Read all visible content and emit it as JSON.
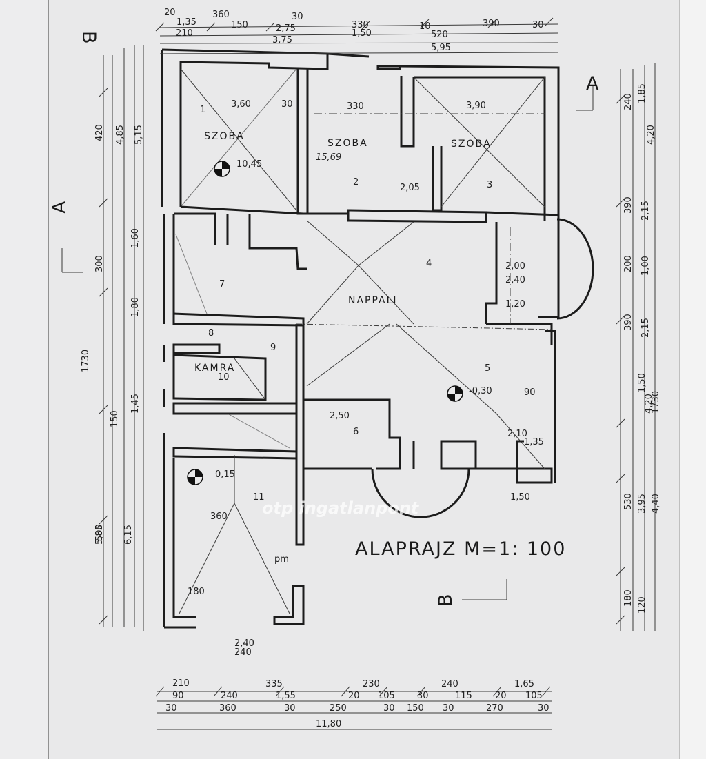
{
  "drawing": {
    "title": "ALAPRAJZ M=1: 100",
    "section_marks": [
      "A",
      "A",
      "B",
      "B"
    ],
    "watermark": "otp ingatlanpont"
  },
  "rooms": [
    {
      "number": "1",
      "name": "SZOBA",
      "note": "10,45"
    },
    {
      "number": "2",
      "name": "SZOBA",
      "note": "15,69"
    },
    {
      "number": "3",
      "name": "SZOBA",
      "note": ""
    },
    {
      "number": "4",
      "name": "NAPPALI",
      "note": ""
    },
    {
      "number": "5",
      "name": "",
      "note": "-0,30"
    },
    {
      "number": "6",
      "name": "",
      "note": ""
    },
    {
      "number": "7",
      "name": "",
      "note": ""
    },
    {
      "number": "8",
      "name": "",
      "note": ""
    },
    {
      "number": "9",
      "name": "",
      "note": ""
    },
    {
      "number": "10",
      "name": "KAMRA",
      "note": ""
    },
    {
      "number": "11",
      "name": "",
      "note": "0,15"
    }
  ],
  "dimensions": {
    "top_row1": [
      "20",
      "1,35",
      "360",
      "30",
      "330",
      "10",
      "390",
      "30"
    ],
    "top_row2": [
      "210",
      "150",
      "2,75",
      "1,50",
      "520"
    ],
    "top_row3": [
      "3,75",
      "5,95"
    ],
    "bottom_row1": [
      "210",
      "335",
      "230",
      "240",
      "1,65"
    ],
    "bottom_row2": [
      "90",
      "240",
      "1,55",
      "20",
      "105",
      "30",
      "115",
      "20",
      "105"
    ],
    "bottom_row3": [
      "30",
      "360",
      "30",
      "250",
      "30",
      "150",
      "30",
      "270",
      "30"
    ],
    "bottom_total": "11,80",
    "left_labels": [
      "420",
      "4,85",
      "5,15",
      "300",
      "1,60",
      "1,80",
      "1730",
      "500",
      "5,85",
      "6,15",
      "150",
      "1,45"
    ],
    "right_labels": [
      "240",
      "1,85",
      "4,20",
      "390",
      "2,15",
      "200",
      "1,00",
      "390",
      "2,15",
      "1,50",
      "4,20",
      "1730",
      "530",
      "3,95",
      "4,40",
      "180",
      "120"
    ],
    "inner_labels": [
      "3,60",
      "30",
      "330",
      "3,90",
      "2,05",
      "2,00",
      "2,40",
      "2,50",
      "360",
      "180",
      "2,40",
      "240",
      "1,35",
      "2,10",
      "1,20",
      "1,50",
      "pm",
      "90"
    ]
  }
}
